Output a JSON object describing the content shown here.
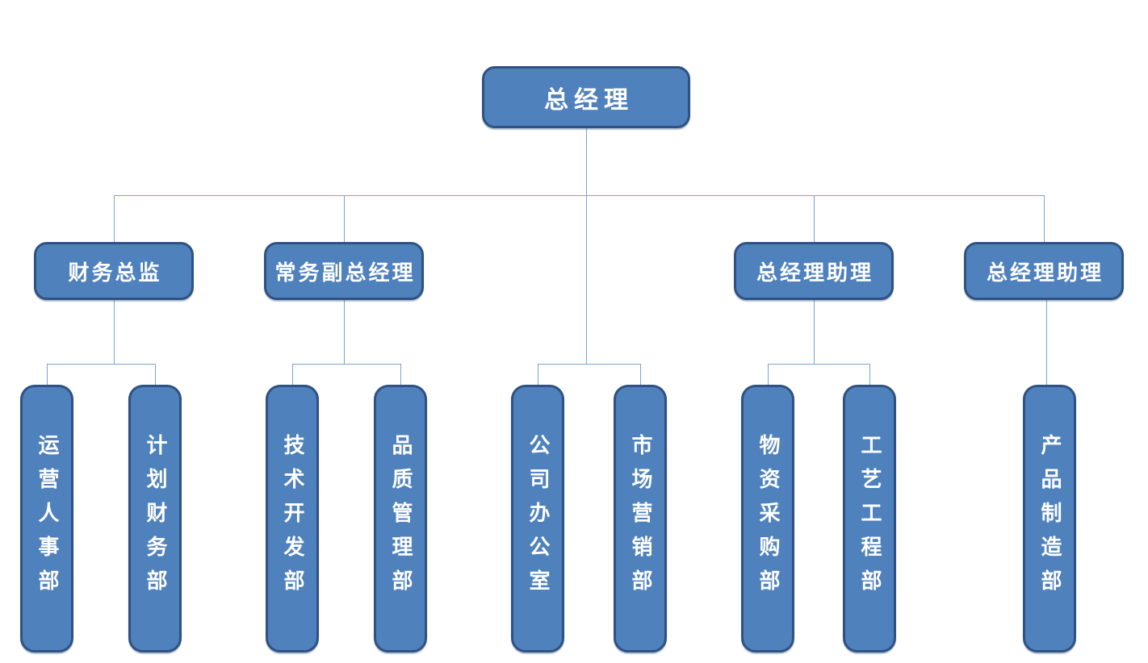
{
  "org_chart": {
    "type": "org-tree",
    "colors": {
      "box_fill": "#4f81bd",
      "box_border": "#2f5282",
      "connector": "#7da3cf",
      "text": "#ffffff",
      "background": "#ffffff"
    },
    "root": {
      "label": "总经理",
      "children": [
        {
          "label": "财务总监",
          "children": [
            {
              "label": "运营人事部"
            },
            {
              "label": "计划财务部"
            }
          ]
        },
        {
          "label": "常务副总经理",
          "children": [
            {
              "label": "技术开发部"
            },
            {
              "label": "品质管理部"
            }
          ]
        },
        {
          "label": "公司办公室"
        },
        {
          "label": "市场营销部"
        },
        {
          "label": "总经理助理",
          "children": [
            {
              "label": "物资采购部"
            },
            {
              "label": "工艺工程部"
            }
          ]
        },
        {
          "label": "总经理助理",
          "children": [
            {
              "label": "产品制造部"
            }
          ]
        }
      ]
    }
  }
}
